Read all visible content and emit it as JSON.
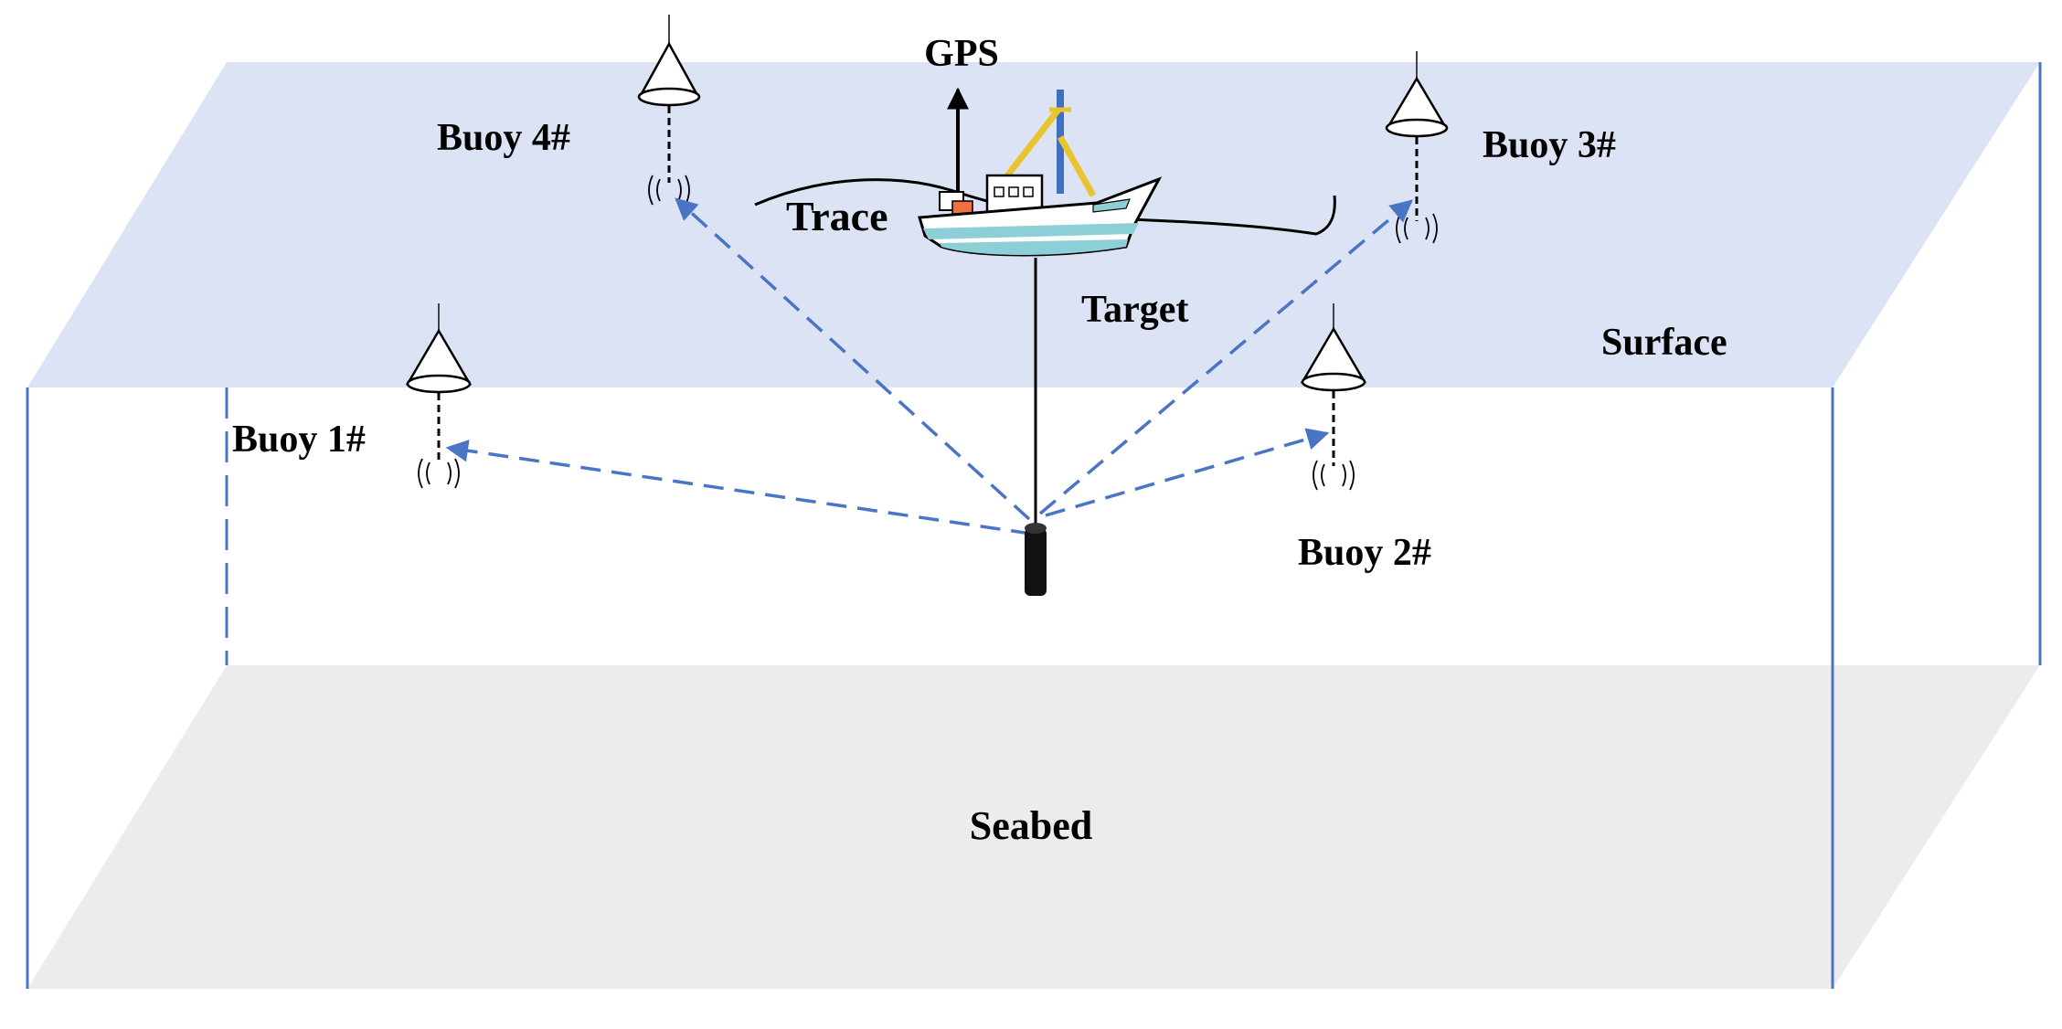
{
  "labels": {
    "gps": "GPS",
    "trace": "Trace",
    "target": "Target",
    "surface": "Surface",
    "seabed": "Seabed",
    "buoy1": "Buoy 1#",
    "buoy2": "Buoy 2#",
    "buoy3": "Buoy 3#",
    "buoy4": "Buoy 4#"
  },
  "colors": {
    "surface_fill": "#dce3f4",
    "seabed_fill": "#ececec",
    "edge_line": "#4a74c4",
    "signal_arrow": "#4a74c4",
    "gps_arrow": "#000000",
    "ship_hull": "#ffffff",
    "ship_stripe": "#8ccfd6",
    "ship_mast": "#e8c430",
    "ship_box": "#f07040",
    "ship_pole": "#3f6fc0",
    "transponder": "#111111"
  },
  "icons": {
    "ship": "fishing-boat-icon",
    "buoy": "buoy-icon",
    "transponder": "underwater-transponder-icon",
    "signal": "acoustic-wave-icon"
  }
}
